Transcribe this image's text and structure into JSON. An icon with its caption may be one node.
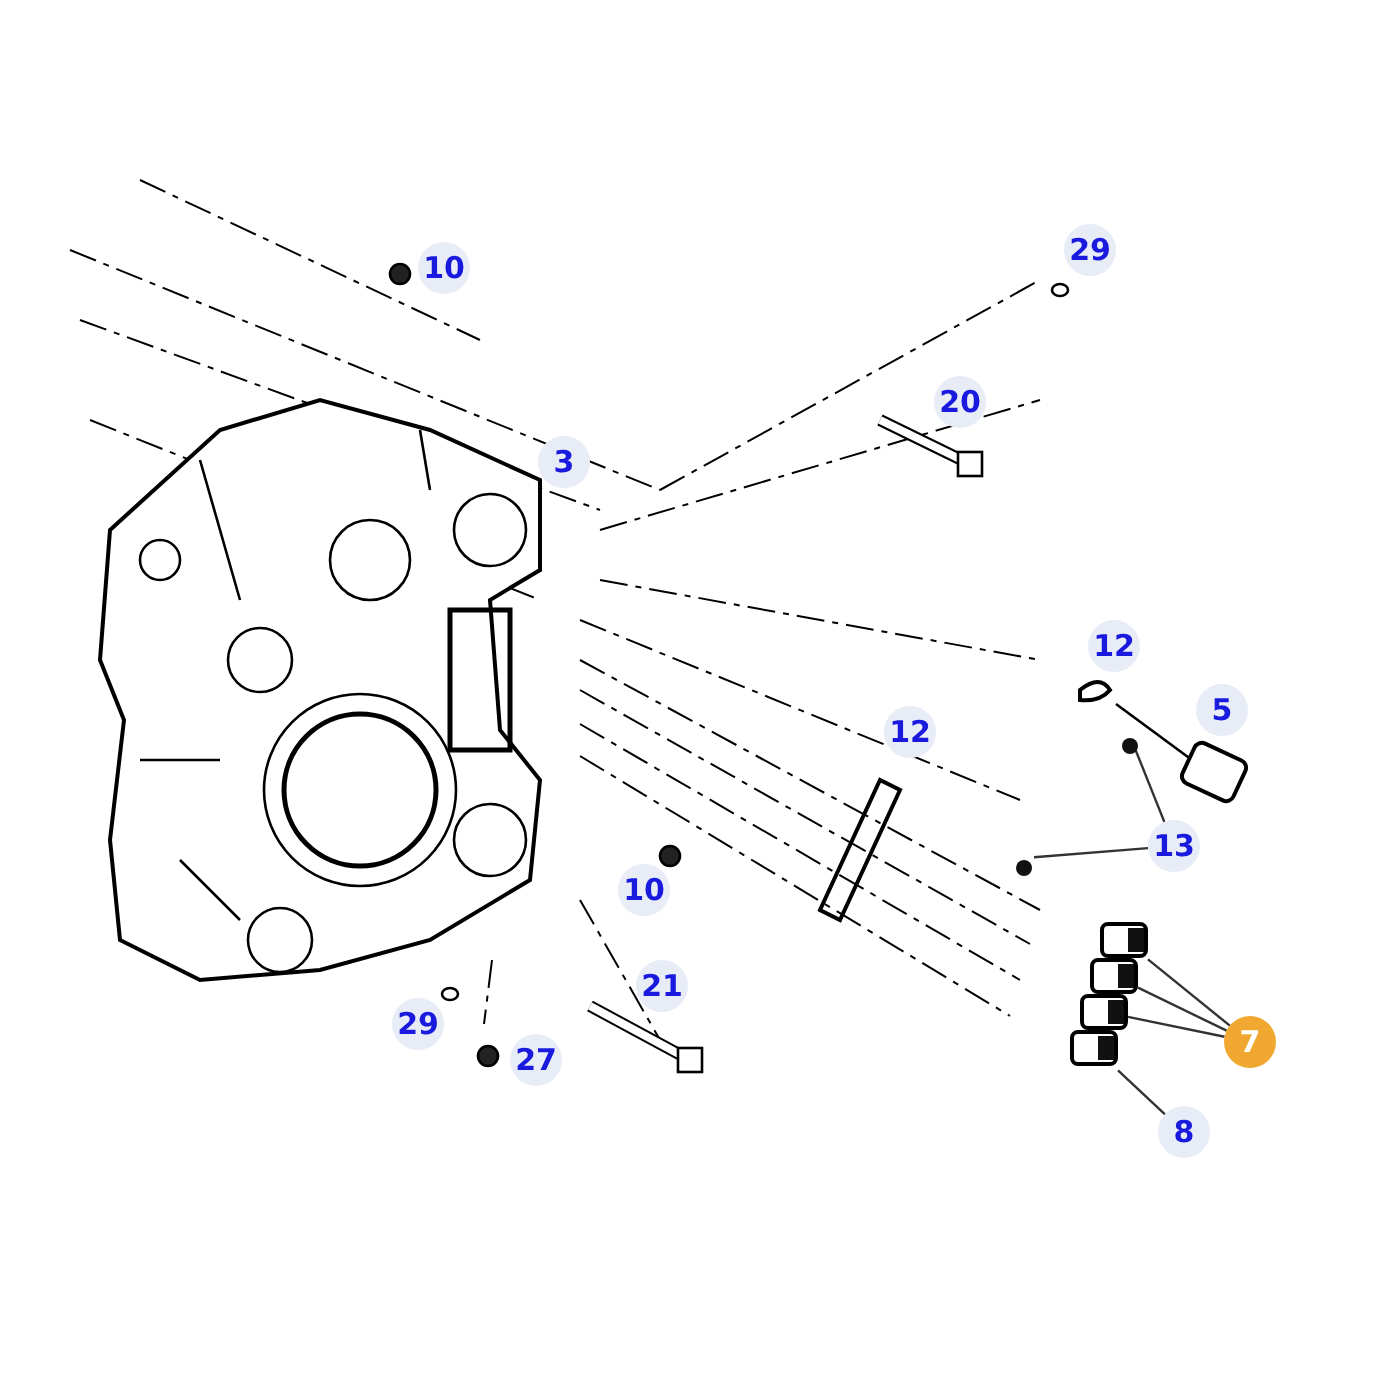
{
  "diagram": {
    "nodes": [
      {
        "text": [
          "13"
        ]
      },
      {
        "text": [],
        "shape": "circle"
      },
      {
        "text": [],
        "shape": "circle"
      },
      {
        "text": [
          "7"
        ]
      },
      {
        "text": [],
        "shape": "picture"
      },
      {
        "text": [],
        "shape": "picture"
      },
      {
        "text": [],
        "shape": "picture"
      },
      {
        "text": [],
        "shape": "picture"
      },
      {
        "text": [
          "8"
        ]
      },
      {
        "text": [
          "10"
        ]
      },
      {
        "text": [
          "29"
        ]
      },
      {
        "text": [
          "20"
        ]
      },
      {
        "text": [
          "3"
        ]
      },
      {
        "text": [
          "12"
        ]
      },
      {
        "text": [
          "5"
        ]
      },
      {
        "text": [
          "12"
        ]
      },
      {
        "text": [
          "10"
        ]
      },
      {
        "text": [
          "21"
        ]
      },
      {
        "text": [
          "29"
        ]
      },
      {
        "text": [
          "27"
        ]
      }
    ],
    "edges": [
      {
        "from": 0,
        "to": 1,
        "arrow": "none"
      },
      {
        "from": 0,
        "to": 2,
        "arrow": "none"
      },
      {
        "from": 3,
        "to": 4,
        "arrow": "none"
      },
      {
        "from": 3,
        "to": 5,
        "arrow": "none"
      },
      {
        "from": 3,
        "to": 6,
        "arrow": "none"
      },
      {
        "from": 8,
        "to": 7,
        "arrow": "none"
      }
    ]
  }
}
